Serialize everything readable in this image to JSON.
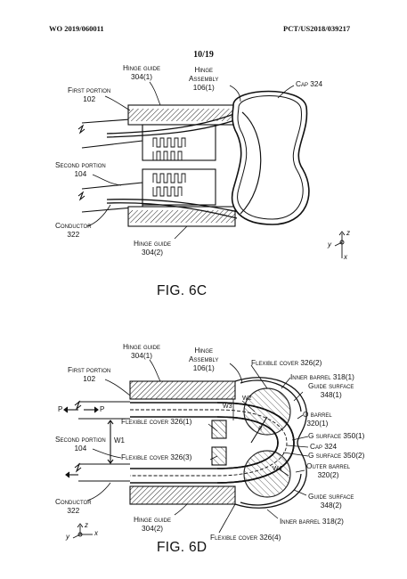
{
  "header": {
    "left": "WO 2019/060011",
    "right": "PCT/US2018/039217"
  },
  "page_number": "10/19",
  "fig6c": {
    "caption": "FIG. 6C",
    "labels": {
      "hinge_guide_1": [
        "Hinge guide",
        "304(1)"
      ],
      "hinge_assembly": [
        "Hinge",
        "Assembly",
        "106(1)"
      ],
      "cap": "Cap 324",
      "first_portion": [
        "First portion",
        "102"
      ],
      "second_portion": [
        "Second portion",
        "104"
      ],
      "conductor": [
        "Conductor",
        "322"
      ],
      "hinge_guide_2": [
        "Hinge guide",
        "304(2)"
      ]
    },
    "axes": {
      "x": "x",
      "y": "y",
      "z": "z"
    }
  },
  "fig6d": {
    "caption": "FIG. 6D",
    "labels": {
      "hinge_guide_1": [
        "Hinge guide",
        "304(1)"
      ],
      "hinge_assembly": [
        "Hinge",
        "Assembly",
        "106(1)"
      ],
      "flex_cover_2": "Flexible cover 326(2)",
      "inner_barrel_1": "Inner barrel 318(1)",
      "guide_surface_1": [
        "Guide surface",
        "348(1)"
      ],
      "first_portion": [
        "First portion",
        "102"
      ],
      "o_barrel": [
        "O barrel",
        "320(1)"
      ],
      "flex_cover_1": "Flexible cover 326(1)",
      "g_surface_1": "G surface 350(1)",
      "cap": "Cap 324",
      "g_surface_2": "G surface 350(2)",
      "second_portion": [
        "Second portion",
        "104"
      ],
      "outer_barrel": [
        "Outer barrel",
        "320(2)"
      ],
      "flex_cover_3": "Flexible cover 326(3)",
      "conductor": [
        "Conductor",
        "322"
      ],
      "guide_surface_2": [
        "Guide surface",
        "348(2)"
      ],
      "hinge_guide_2": [
        "Hinge guide",
        "304(2)"
      ],
      "inner_barrel_2": "Inner barrel 318(2)",
      "flex_cover_4": "Flexible cover 326(4)",
      "p_left": "P",
      "p_right": "P",
      "w1": "W1",
      "w2": "W2",
      "w3": "W3",
      "w4": "W4",
      "r": "r"
    },
    "axes": {
      "x": "x",
      "y": "y",
      "z": "z"
    }
  }
}
